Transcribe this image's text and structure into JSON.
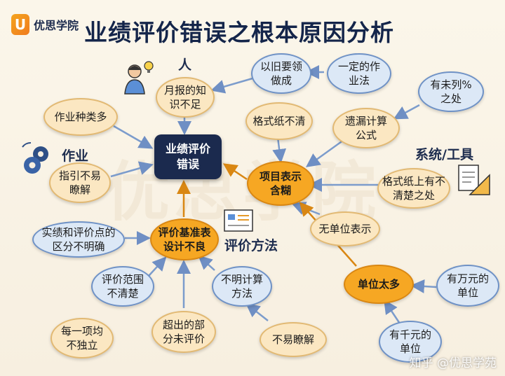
{
  "brand": {
    "mark": "U",
    "name": "优思学院"
  },
  "title": "业绩评价错误之根本原因分析",
  "watermark": "优思学院",
  "categories": {
    "people": "人",
    "work": "作业",
    "system": "系统/工具",
    "method": "评价方法"
  },
  "center": "业绩评价错误",
  "nodes": {
    "old_way": "以旧要领做成",
    "fixed_method": "一定的作业法",
    "monthly_report": "月报的知识不足",
    "unclear_format": "格式纸不清",
    "missing_formula": "遗漏计算公式",
    "has_list": "有未列% 之处",
    "work_types": "作业种类多",
    "guide": "指引不易瞭解",
    "vague_items": "项目表示含糊",
    "format_unclear_place": "格式纸上有不清楚之处",
    "no_unit": "无单位表示",
    "distinction": "实绩和评价点的区分不明确",
    "criteria": "评价基准表设计不良",
    "scope": "评价范围不清楚",
    "unclear_calc": "不明计算方法",
    "too_many_units": "单位太多",
    "wan_unit": "有万元的单位",
    "not_independent": "每一项均不独立",
    "excess_part": "超出的部分未评价",
    "hard_to_know": "不易瞭解",
    "qian_unit": "有千元的单位"
  },
  "credit": "知乎 @优思学苑",
  "icons": [
    "person-bulb-icon",
    "gears-icon",
    "document-ruler-icon",
    "chart-board-icon"
  ]
}
